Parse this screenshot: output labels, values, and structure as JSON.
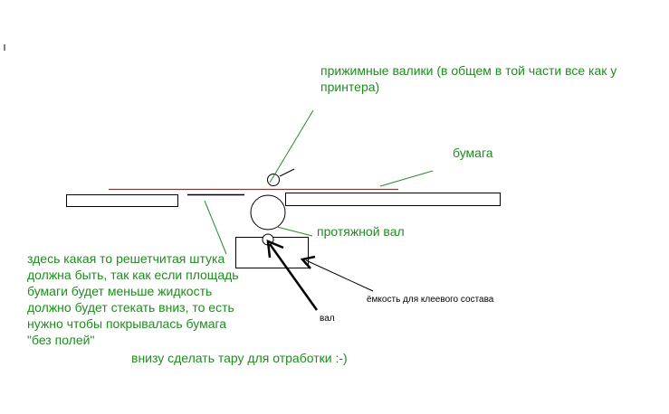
{
  "labels": {
    "pressure_rollers": {
      "line1": "прижимные валики (в общем в той части все как у",
      "line2": "принтера)"
    },
    "paper": "бумага",
    "pull_roller": "протяжной вал",
    "mesh_note": [
      "здесь какая то решетчитая штука",
      "должна быть, так как если площадь",
      "бумаги будет меньше жидкость",
      "должно будет стекать вниз, то есть",
      "нужно чтобы покрывалась бумага",
      "\"без полей\""
    ],
    "waste_tray": "внизу сделать тару для отработки :-)",
    "glue_container": "ёмкость для клеевого состава",
    "shaft": "вал"
  },
  "colors": {
    "label_text": "#1f8c1f",
    "leader_line": "#2a8a2a",
    "paper_line": "#d01818",
    "outline": "#000000"
  }
}
